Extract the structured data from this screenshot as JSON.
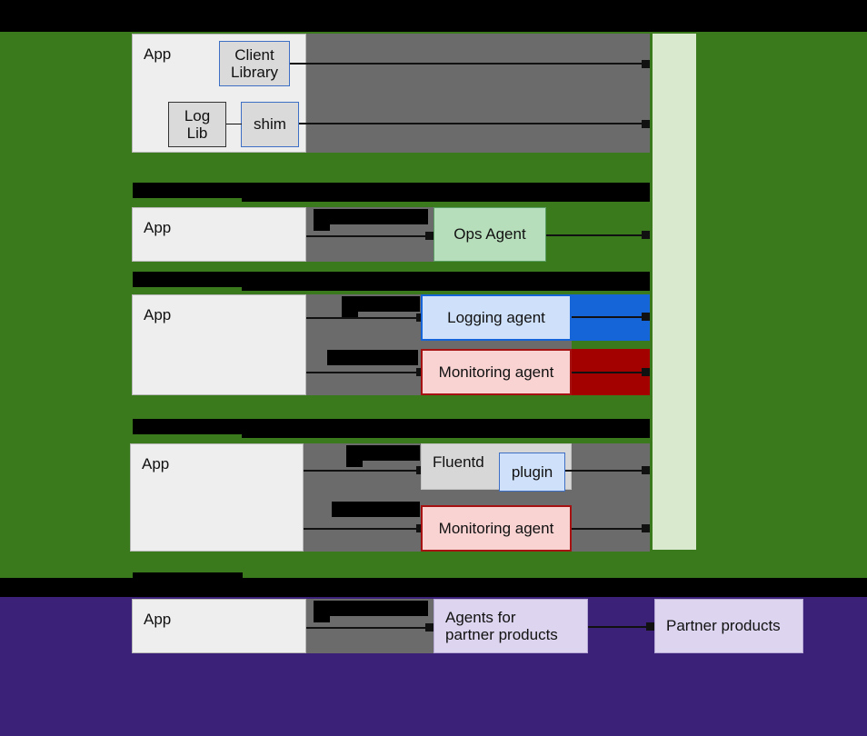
{
  "diagram": {
    "title": "logging-and-monitoring-agent-architecture",
    "colors": {
      "band_green": "#3a7a1c",
      "band_purple": "#3b2177",
      "sidebar_light_green": "#d9e9ce",
      "app_box": "#eeeeee",
      "gray_band": "#6b6b6b",
      "ops_agent_fill": "#b7debb",
      "ops_agent_border": "#5b9e63",
      "logging_agent_fill": "#cfe0fa",
      "logging_agent_border": "#1565d8",
      "monitoring_agent_fill": "#f9d2d2",
      "monitoring_agent_border": "#a61111",
      "fluentd_fill": "#d7d7d7",
      "plugin_fill": "#cfe0fa",
      "plugin_border": "#3d6fc4",
      "partner_fill": "#ddd5ef",
      "blue_pipe": "#1565d8",
      "darkred_pipe": "#a30000",
      "redaction": "#000000"
    },
    "rows": [
      {
        "id": "row-client-library",
        "app_label": "App",
        "inner_boxes": [
          {
            "id": "client-library",
            "label": "Client\nLibrary"
          },
          {
            "id": "log-lib",
            "label": "Log\nLib"
          },
          {
            "id": "shim",
            "label": "shim"
          }
        ]
      },
      {
        "id": "row-ops-agent",
        "app_label": "App",
        "agent_label": "Ops Agent"
      },
      {
        "id": "row-logging-monitoring",
        "app_label": "App",
        "agents": [
          {
            "id": "logging-agent",
            "label": "Logging agent"
          },
          {
            "id": "monitoring-agent",
            "label": "Monitoring agent"
          }
        ]
      },
      {
        "id": "row-fluentd",
        "app_label": "App",
        "agents": [
          {
            "id": "fluentd",
            "label": "Fluentd"
          },
          {
            "id": "plugin",
            "label": "plugin"
          },
          {
            "id": "monitoring-agent-2",
            "label": "Monitoring agent"
          }
        ]
      },
      {
        "id": "row-partner",
        "app_label": "App",
        "agents": [
          {
            "id": "agents-for-partner-products",
            "label": "Agents for\npartner products"
          },
          {
            "id": "partner-products",
            "label": "Partner products"
          }
        ]
      }
    ],
    "redacted_labels": [
      {
        "id": "redaction-bar-1",
        "note": ""
      },
      {
        "id": "redaction-bar-2",
        "note": ""
      },
      {
        "id": "redaction-bar-3",
        "note": ""
      },
      {
        "id": "redaction-bar-4",
        "note": ""
      }
    ]
  }
}
